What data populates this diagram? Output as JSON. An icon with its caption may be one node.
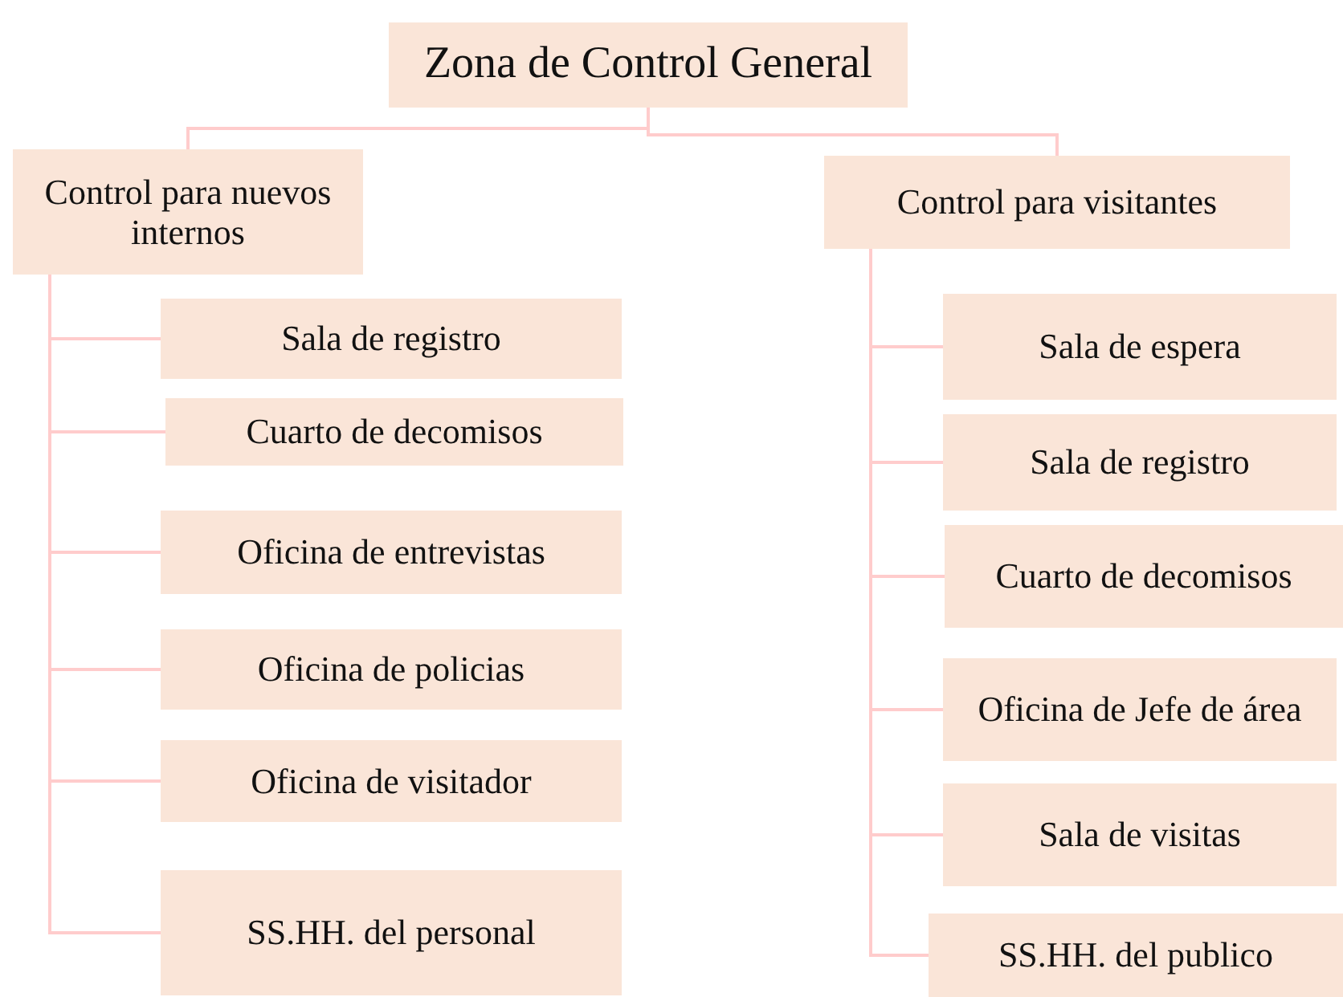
{
  "diagram": {
    "nodes": [
      {
        "text": [
          "Zona de Control General"
        ]
      },
      {
        "text": [
          "Control para nuevos internos"
        ]
      },
      {
        "text": [
          "Control para visitantes"
        ]
      },
      {
        "text": [
          "Sala de registro"
        ]
      },
      {
        "text": [
          "Cuarto de decomisos"
        ]
      },
      {
        "text": [
          "Oficina de entrevistas"
        ]
      },
      {
        "text": [
          "Oficina de policias"
        ]
      },
      {
        "text": [
          "Oficina de visitador"
        ]
      },
      {
        "text": [
          "SS.HH. del personal"
        ]
      },
      {
        "text": [
          "Sala de espera"
        ]
      },
      {
        "text": [
          "Sala de registro"
        ]
      },
      {
        "text": [
          "Cuarto de decomisos"
        ]
      },
      {
        "text": [
          "Oficina de Jefe de área"
        ]
      },
      {
        "text": [
          "Sala de visitas"
        ]
      },
      {
        "text": [
          "SS.HH. del publico"
        ]
      }
    ],
    "edges": [
      {
        "from": 0,
        "to": 1,
        "arrow": "none"
      },
      {
        "from": 0,
        "to": 2,
        "arrow": "none"
      },
      {
        "from": 1,
        "to": 3,
        "arrow": "none"
      },
      {
        "from": 1,
        "to": 4,
        "arrow": "none"
      },
      {
        "from": 1,
        "to": 5,
        "arrow": "none"
      },
      {
        "from": 1,
        "to": 6,
        "arrow": "none"
      },
      {
        "from": 1,
        "to": 7,
        "arrow": "none"
      },
      {
        "from": 1,
        "to": 8,
        "arrow": "none"
      },
      {
        "from": 2,
        "to": 9,
        "arrow": "none"
      },
      {
        "from": 2,
        "to": 10,
        "arrow": "none"
      },
      {
        "from": 2,
        "to": 11,
        "arrow": "none"
      },
      {
        "from": 2,
        "to": 12,
        "arrow": "none"
      },
      {
        "from": 2,
        "to": 13,
        "arrow": "none"
      },
      {
        "from": 2,
        "to": 14,
        "arrow": "none"
      }
    ]
  }
}
